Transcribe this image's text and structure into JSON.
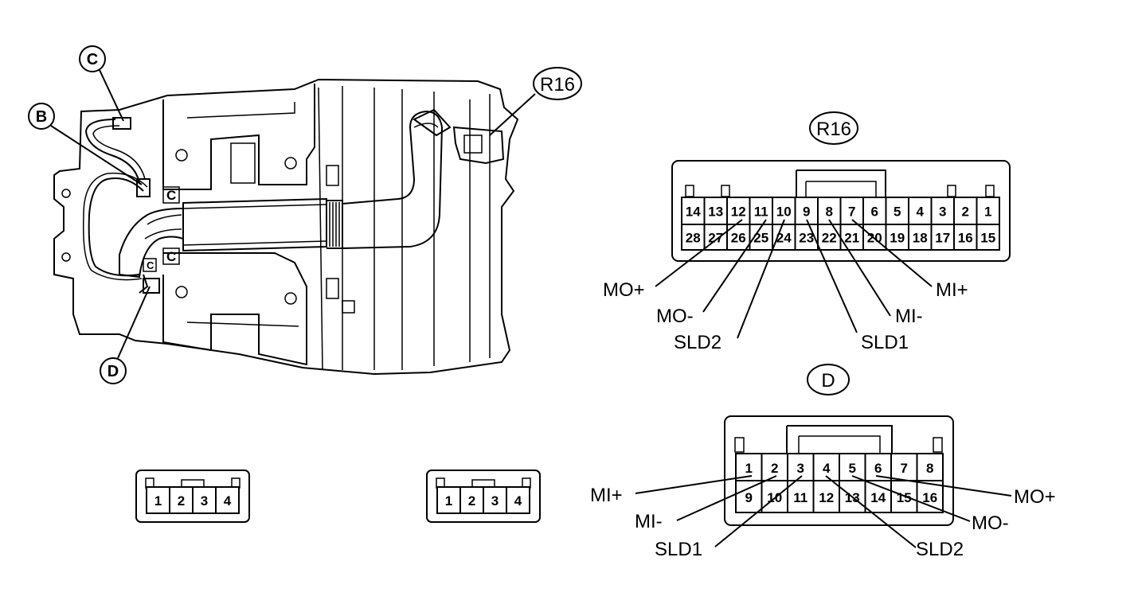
{
  "overview": {
    "labels": [
      "C",
      "B",
      "D",
      "R16"
    ],
    "pad_labels": [
      "C",
      "C",
      "C"
    ]
  },
  "connector_r16": {
    "label": "R16",
    "top_row": [
      "14",
      "13",
      "12",
      "11",
      "10",
      "9",
      "8",
      "7",
      "6",
      "5",
      "4",
      "3",
      "2",
      "1"
    ],
    "bottom_row": [
      "28",
      "27",
      "26",
      "25",
      "24",
      "23",
      "22",
      "21",
      "20",
      "19",
      "18",
      "17",
      "16",
      "15"
    ],
    "signals": [
      "MO+",
      "MO-",
      "SLD2",
      "SLD1",
      "MI-",
      "MI+"
    ]
  },
  "connector_d": {
    "label": "D",
    "top_row": [
      "1",
      "2",
      "3",
      "4",
      "5",
      "6",
      "7",
      "8"
    ],
    "bottom_row": [
      "9",
      "10",
      "11",
      "12",
      "13",
      "14",
      "15",
      "16"
    ],
    "signals": [
      "MI+",
      "MI-",
      "SLD1",
      "SLD2",
      "MO-",
      "MO+"
    ]
  },
  "small_connector_left": {
    "pins": [
      "1",
      "2",
      "3",
      "4"
    ]
  },
  "small_connector_right": {
    "pins": [
      "1",
      "2",
      "3",
      "4"
    ]
  }
}
